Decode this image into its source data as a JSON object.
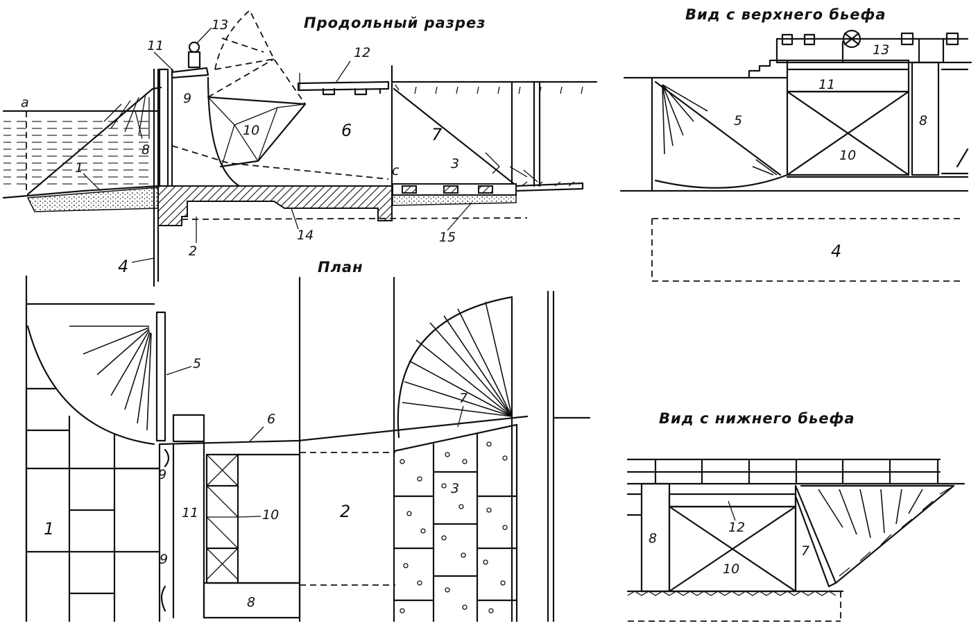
{
  "titles": {
    "section": "Продольный разрез",
    "plan": "План",
    "upstream": "Вид с верхнего бьефа",
    "downstream": "Вид с нижнего бьефа"
  },
  "section_labels": {
    "a": "a",
    "c": "c",
    "n1": "1",
    "n2": "2",
    "n3": "3",
    "n4": "4",
    "n6": "6",
    "n7": "7",
    "n8": "8",
    "n9": "9",
    "n10": "10",
    "n11": "11",
    "n12": "12",
    "n13": "13",
    "n14": "14",
    "n15": "15"
  },
  "plan_labels": {
    "n1": "1",
    "n2": "2",
    "n3": "3",
    "n5": "5",
    "n6": "6",
    "n7": "7",
    "n8": "8",
    "n9a": "9",
    "n9b": "9",
    "n10": "10",
    "n11": "11"
  },
  "upstream_labels": {
    "n4": "4",
    "n5": "5",
    "n8": "8",
    "n10": "10",
    "n11": "11",
    "n13": "13"
  },
  "downstream_labels": {
    "n7": "7",
    "n8": "8",
    "n10": "10",
    "n12": "12"
  }
}
